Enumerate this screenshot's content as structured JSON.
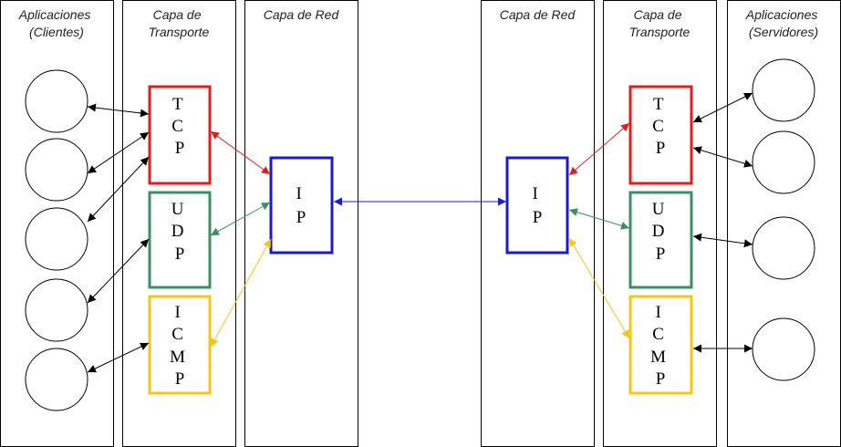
{
  "columns": {
    "left_apps": [
      "Aplicaciones",
      "(Clientes)"
    ],
    "left_transport": [
      "Capa de",
      "Transporte"
    ],
    "left_network": [
      "Capa de Red"
    ],
    "right_network": [
      "Capa de Red"
    ],
    "right_transport": [
      "Capa de",
      "Transporte"
    ],
    "right_apps": [
      "Aplicaciones",
      "(Servidores)"
    ]
  },
  "protocols": {
    "tcp": [
      "T",
      "C",
      "P"
    ],
    "udp": [
      "U",
      "D",
      "P"
    ],
    "icmp": [
      "I",
      "C",
      "M",
      "P"
    ],
    "ip": [
      "I",
      "P"
    ]
  },
  "colors": {
    "tcp": "#e31c1c",
    "udp": "#3a8f63",
    "icmp": "#f5c518",
    "ip": "#1a1ad4",
    "line": "#000000"
  },
  "client_app_count": 5,
  "server_app_count": 4
}
